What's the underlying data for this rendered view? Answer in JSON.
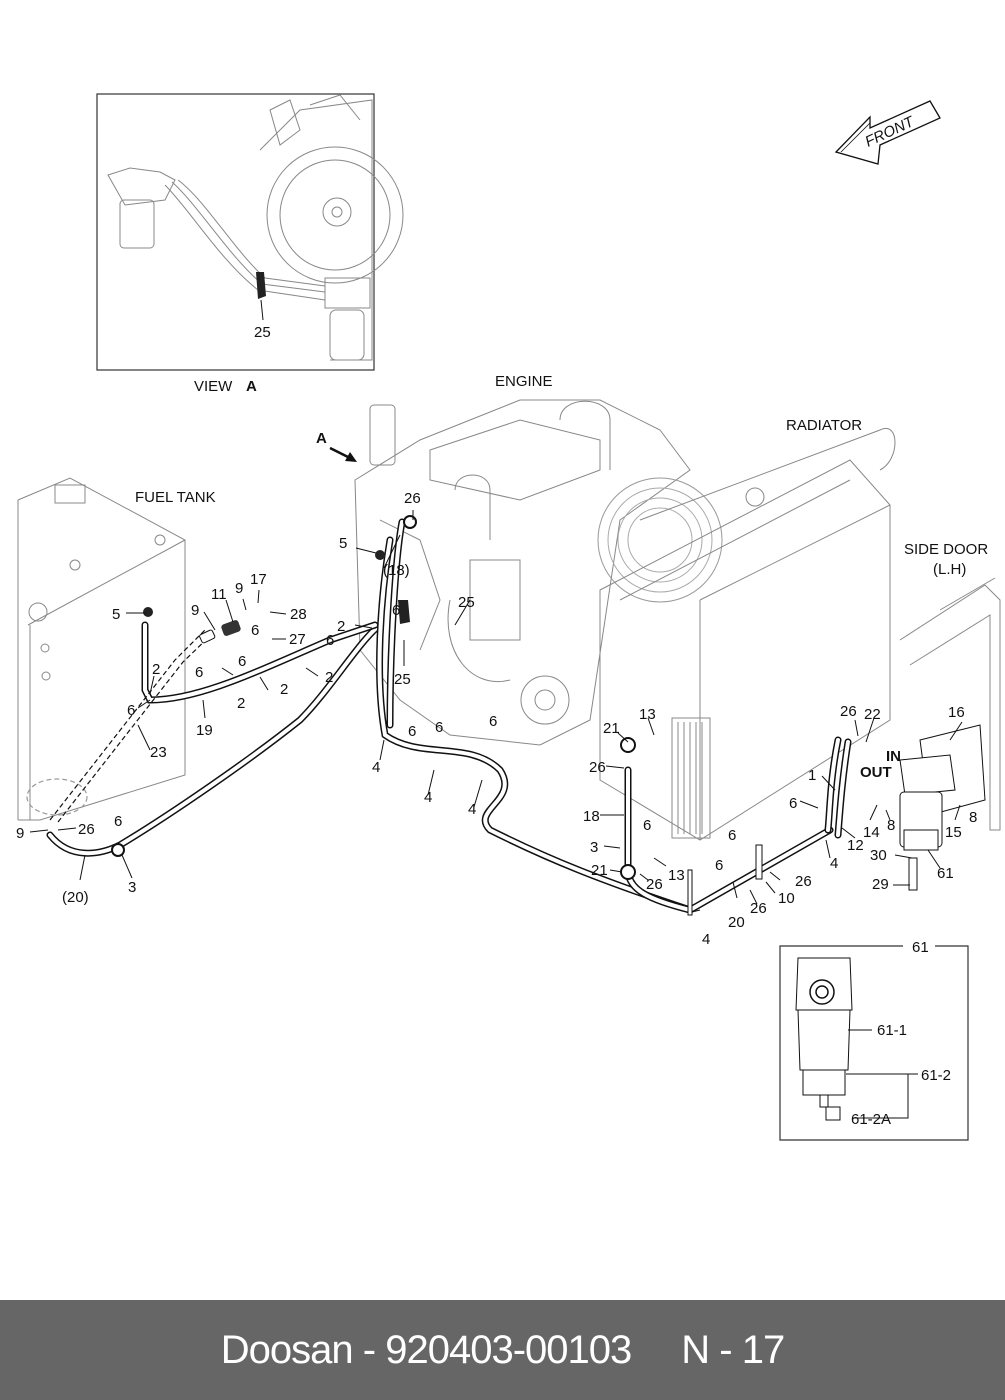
{
  "document": {
    "type": "parts-diagram",
    "footer": {
      "brand": "Doosan",
      "separator": "-",
      "part_number": "920403-00103",
      "page": "N - 17"
    }
  },
  "section_labels": {
    "engine": "ENGINE",
    "radiator": "RADIATOR",
    "fuel_tank": "FUEL TANK",
    "side_door_line1": "SIDE DOOR",
    "side_door_line2": "(L.H)",
    "front_arrow": "FRONT",
    "view_a_prefix": "VIEW",
    "view_a_letter": "A",
    "view_a_arrow_letter": "A",
    "port_in": "IN",
    "port_out": "OUT"
  },
  "inset_view_a": {
    "callouts": [
      "25"
    ]
  },
  "inset_filter": {
    "title": "61",
    "callouts": [
      "61-1",
      "61-2",
      "61-2A"
    ]
  },
  "callouts": {
    "fuel_tank_area": [
      "5",
      "2",
      "6",
      "19",
      "23",
      "9",
      "26",
      "(20)",
      "3",
      "6",
      "9",
      "11",
      "9",
      "17",
      "28",
      "6",
      "27",
      "6",
      "2",
      "6",
      "2",
      "6",
      "2",
      "2",
      "6"
    ],
    "engine_area": [
      "26",
      "5",
      "(18)",
      "6",
      "25",
      "25",
      "2",
      "6",
      "4",
      "6",
      "4",
      "6",
      "4"
    ],
    "cooler_area": [
      "21",
      "13",
      "26",
      "18",
      "3",
      "6",
      "21",
      "26",
      "13",
      "6",
      "20",
      "4",
      "6",
      "26",
      "10",
      "26"
    ],
    "filter_area": [
      "26",
      "22",
      "1",
      "6",
      "4",
      "12",
      "14",
      "8",
      "15",
      "8",
      "16",
      "30",
      "29",
      "61"
    ]
  }
}
